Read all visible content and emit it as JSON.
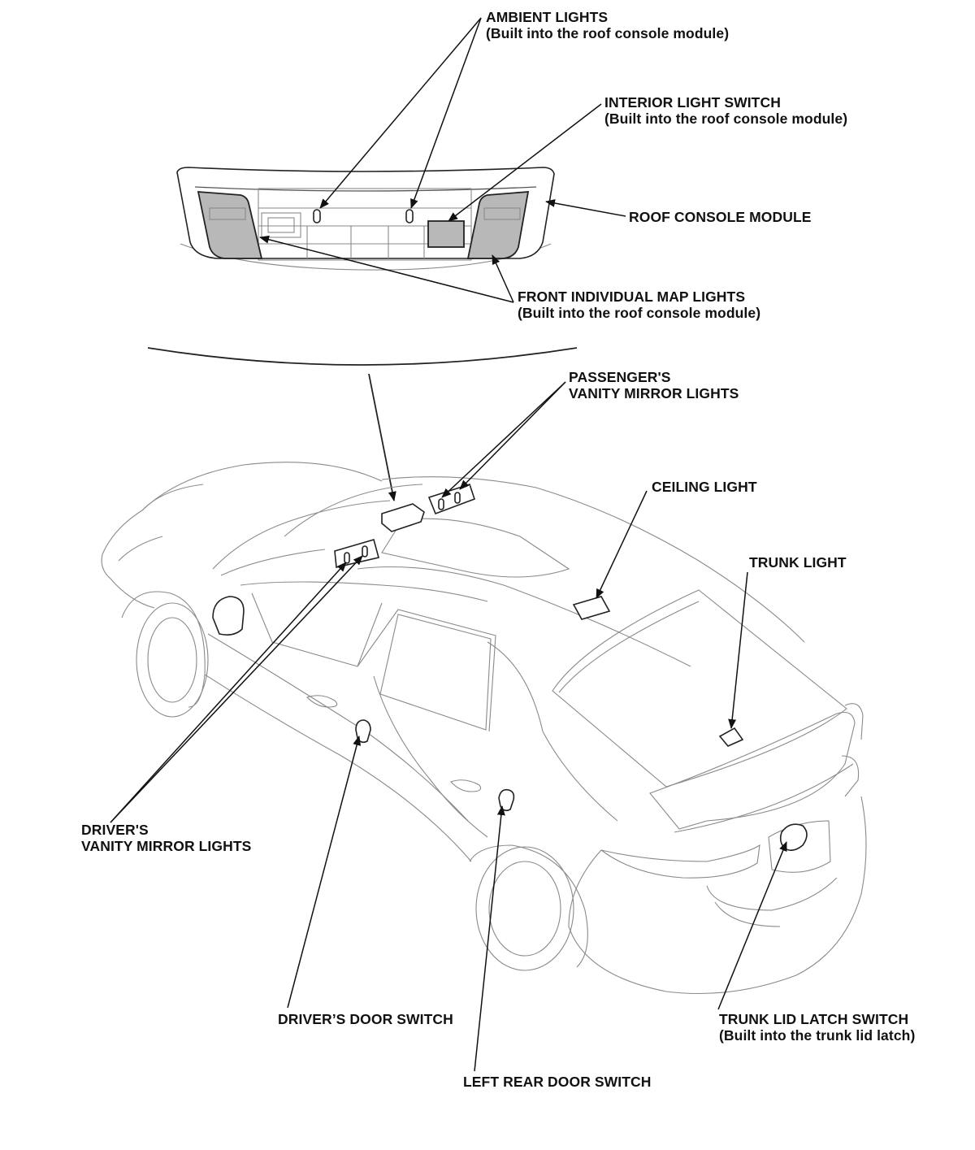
{
  "labels": {
    "ambient_lights": {
      "line1": "AMBIENT LIGHTS",
      "line2": "(Built into the roof console module)"
    },
    "interior_light_switch": {
      "line1": "INTERIOR LIGHT SWITCH",
      "line2": "(Built into the roof console module)"
    },
    "roof_console_module": {
      "line1": "ROOF CONSOLE MODULE"
    },
    "front_individual_map_lights": {
      "line1": "FRONT INDIVIDUAL MAP LIGHTS",
      "line2": "(Built into the roof console module)"
    },
    "passengers_vanity_mirror_lights": {
      "line1": "PASSENGER'S",
      "line2": "VANITY MIRROR LIGHTS"
    },
    "ceiling_light": {
      "line1": "CEILING LIGHT"
    },
    "trunk_light": {
      "line1": "TRUNK LIGHT"
    },
    "drivers_vanity_mirror_lights": {
      "line1": "DRIVER'S",
      "line2": "VANITY MIRROR LIGHTS"
    },
    "drivers_door_switch": {
      "line1": "DRIVER’S DOOR SWITCH"
    },
    "left_rear_door_switch": {
      "line1": "LEFT REAR DOOR SWITCH"
    },
    "trunk_lid_latch_switch": {
      "line1": "TRUNK LID LATCH SWITCH",
      "line2": "(Built into the trunk lid latch)"
    }
  }
}
